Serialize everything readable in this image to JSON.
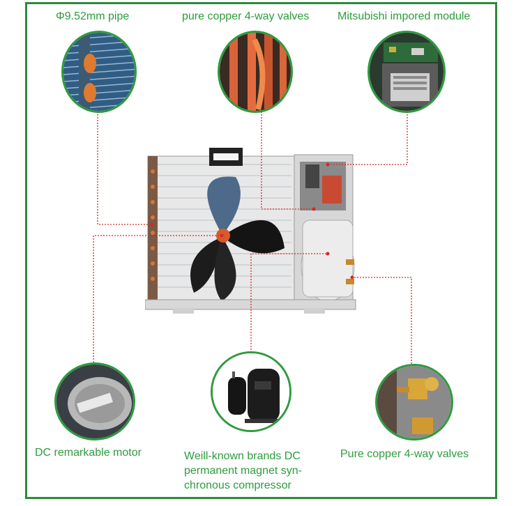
{
  "labels": {
    "pipe": "Φ9.52mm pipe",
    "valves_top": "pure copper 4-way valves",
    "module": "Mitsubishi impored module",
    "motor": "DC remarkable motor",
    "compressor_line1": "Weill-known brands DC",
    "compressor_line2": "permanent magnet syn-",
    "compressor_line3": "chronous compressor",
    "valves_bottom": "Pure copper 4-way valves"
  },
  "colors": {
    "frame": "#2b8a3e",
    "label": "#2e9b3f",
    "leader": "#d62828"
  }
}
